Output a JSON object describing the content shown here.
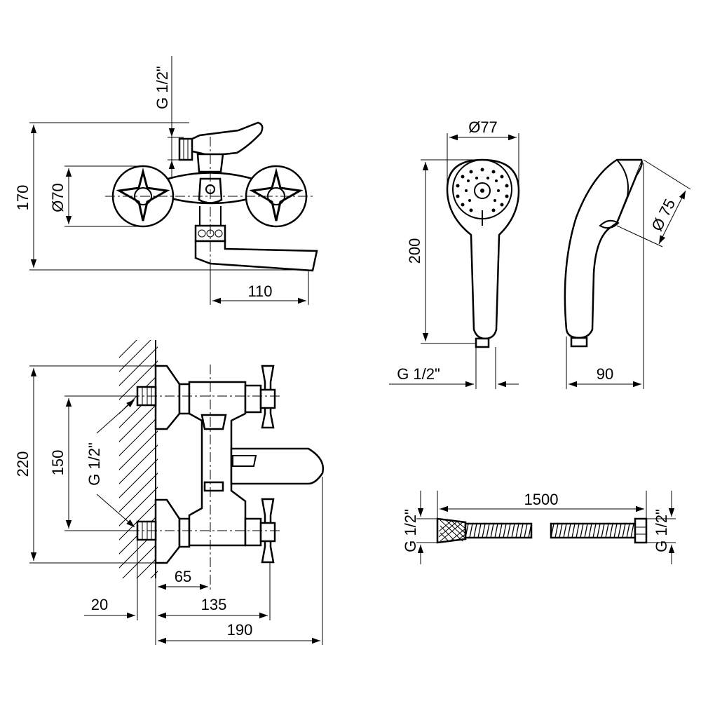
{
  "top_view": {
    "width_label": "110",
    "height_label": "170",
    "handle_dia_label": "Ø70",
    "inlet_label": "G 1/2\""
  },
  "side_view": {
    "height_label": "220",
    "spacing_label": "150",
    "thread_label": "G 1/2\"",
    "depth_spout_label": "65",
    "wall_label": "20",
    "handle_depth_label": "135",
    "total_depth_label": "190"
  },
  "shower_head": {
    "dia_label": "Ø77",
    "length_label": "200",
    "thread_label": "G 1/2\"",
    "side_dia_label": "Ø 75",
    "side_depth_label": "90"
  },
  "hose": {
    "length_label": "1500",
    "left_thread_label": "G 1/2\"",
    "right_thread_label": "G 1/2\""
  }
}
